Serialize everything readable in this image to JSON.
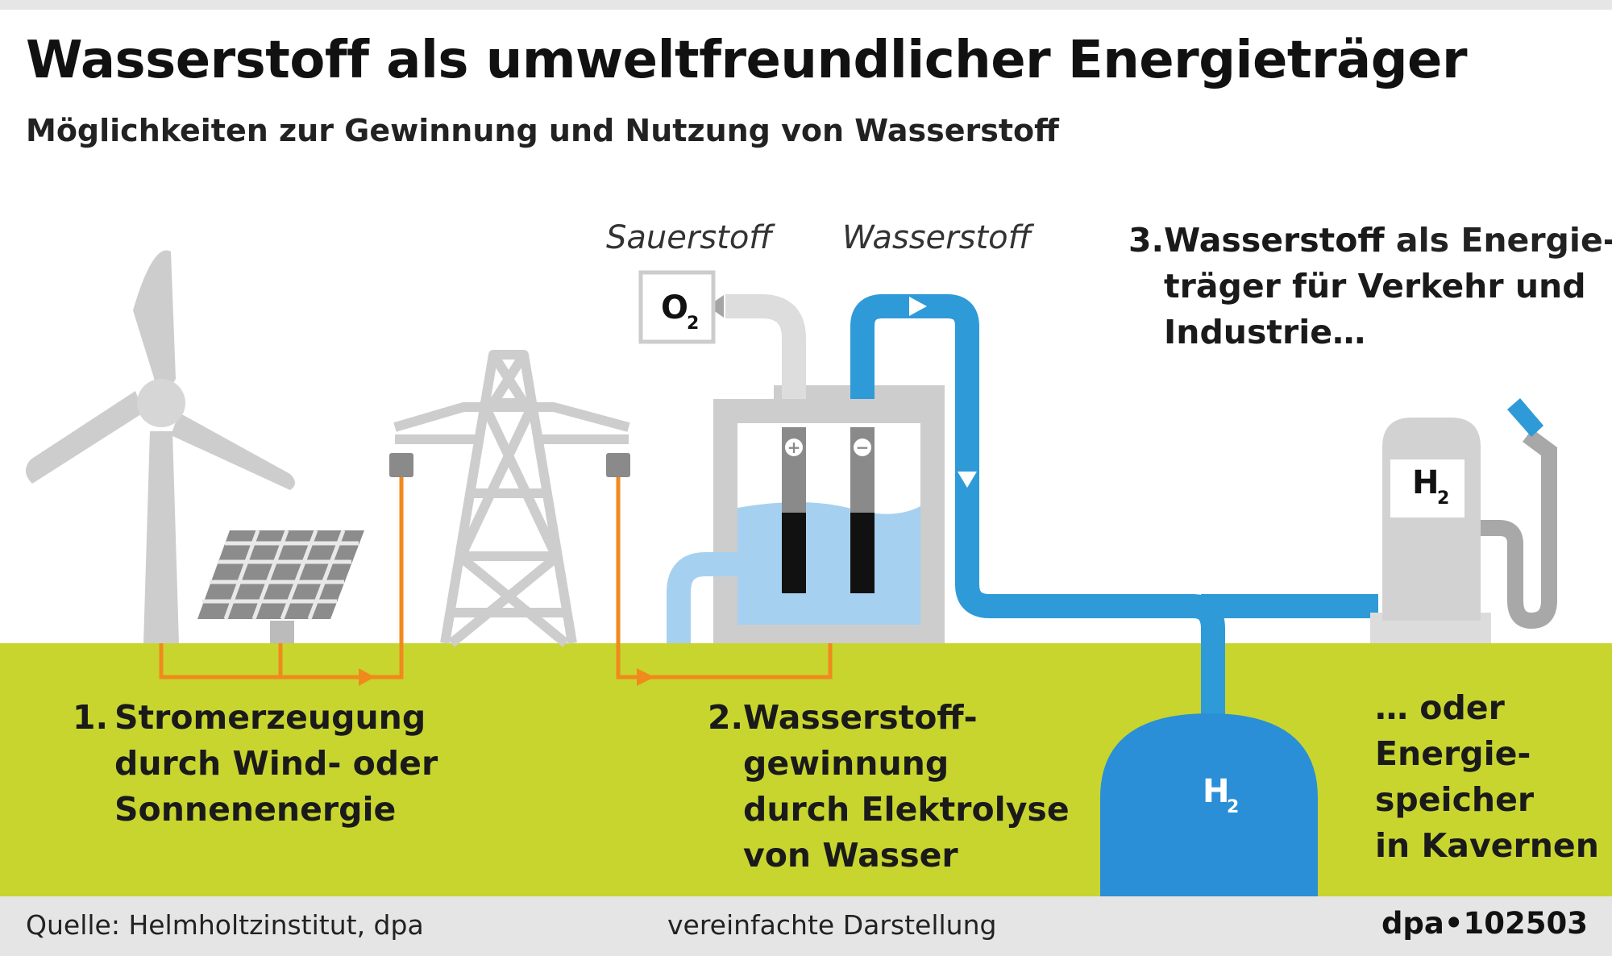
{
  "header": {
    "title": "Wasserstoff als umweltfreundlicher Energieträger",
    "subtitle": "Möglichkeiten zur Gewinnung und Nutzung von Wasserstoff"
  },
  "diagram": {
    "oxygen_label": "Sauerstoff",
    "hydrogen_label": "Wasserstoff",
    "o2_symbol": "O",
    "o2_subscript": "2",
    "h2_symbol": "H",
    "h2_subscript": "2",
    "colors": {
      "ground": "#c8d52f",
      "pipe_blue": "#2f9ad8",
      "tank_blue": "#2a8fd6",
      "wire_orange": "#f08a1c",
      "structure_gray": "#cdcdcd",
      "water": "#a6d0f0"
    }
  },
  "steps": {
    "step1": {
      "number": "1.",
      "lines": [
        "Stromerzeugung",
        "durch Wind- oder",
        "Sonnenenergie"
      ]
    },
    "step2": {
      "number": "2.",
      "lines": [
        "Wasserstoff-",
        "gewinnung",
        "durch Elektrolyse",
        "von Wasser"
      ]
    },
    "step3": {
      "number": "3.",
      "bold_word": "Wasserstoff",
      "line1_rest": " als Energie-",
      "line2": "träger für Verkehr und",
      "line3": "Industrie…"
    },
    "step4": {
      "lines": [
        "… oder",
        "Energie-",
        "speicher",
        "in Kavernen"
      ]
    }
  },
  "footer": {
    "source": "Quelle: Helmholtzinstitut, dpa",
    "note": "vereinfachte Darstellung",
    "id": "dpa•102503"
  }
}
